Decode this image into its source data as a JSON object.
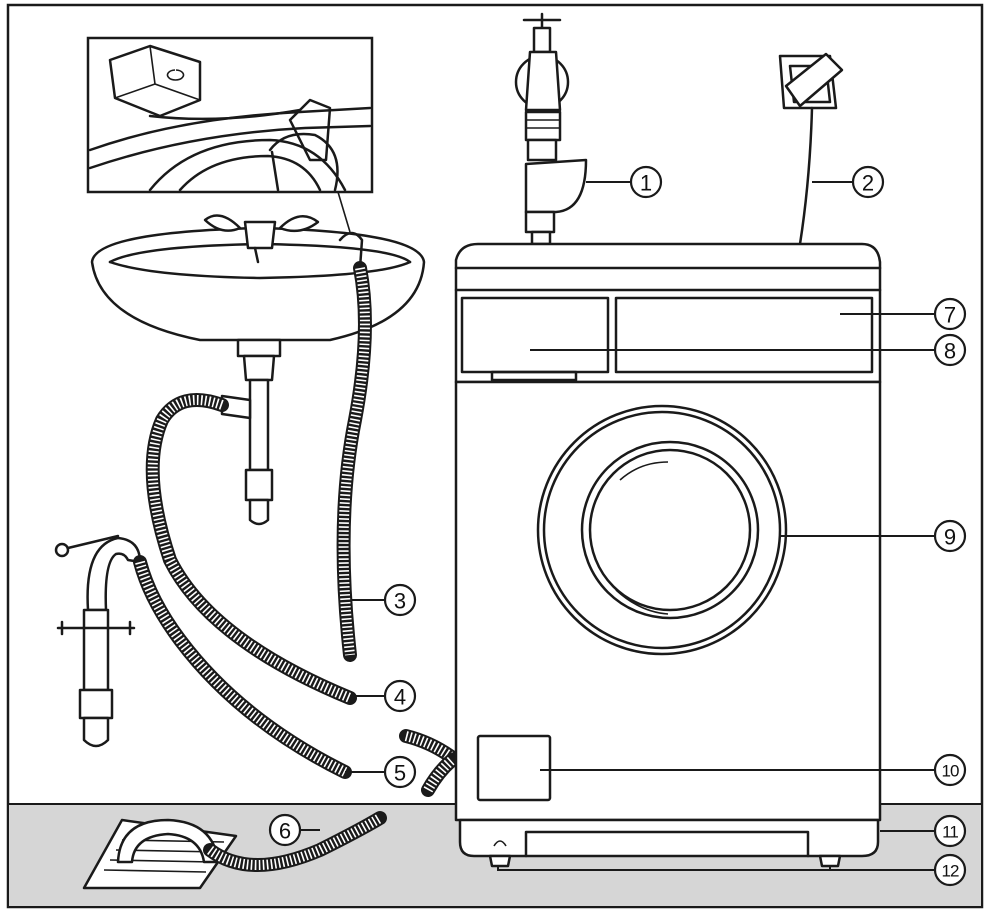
{
  "colors": {
    "floor": "#d6d6d6",
    "line": "#1a1a1a",
    "background": "#ffffff"
  },
  "callouts": [
    {
      "id": "1",
      "label": "1"
    },
    {
      "id": "2",
      "label": "2"
    },
    {
      "id": "3",
      "label": "3"
    },
    {
      "id": "4",
      "label": "4"
    },
    {
      "id": "5",
      "label": "5"
    },
    {
      "id": "6",
      "label": "6"
    },
    {
      "id": "7",
      "label": "7"
    },
    {
      "id": "8",
      "label": "8"
    },
    {
      "id": "9",
      "label": "9"
    },
    {
      "id": "10",
      "label": "10"
    },
    {
      "id": "11",
      "label": "11"
    },
    {
      "id": "12",
      "label": "12"
    }
  ]
}
